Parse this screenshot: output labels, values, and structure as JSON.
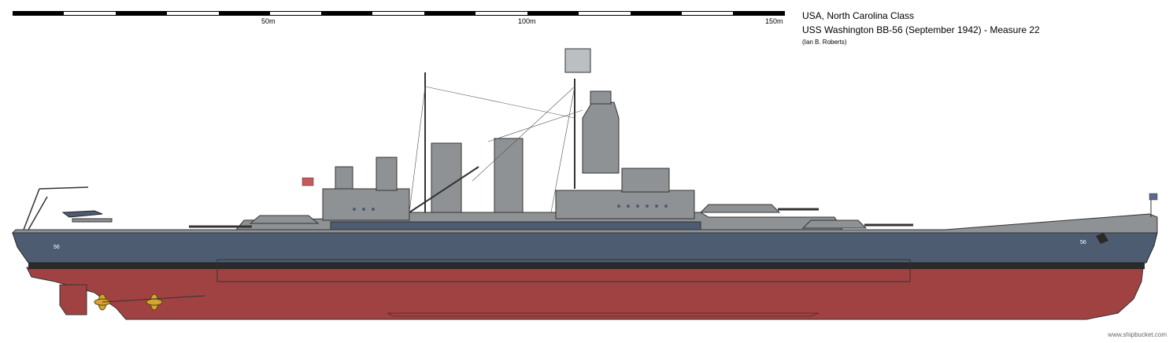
{
  "scale": {
    "labels": [
      "50m",
      "100m",
      "150m"
    ]
  },
  "title": {
    "line1": "USA, North Carolina Class",
    "line2": "USS Washington BB-56 (September 1942) - Measure 22",
    "author": "(Ian B. Roberts)"
  },
  "hull_number": "56",
  "credit": "www.shipbucket.com",
  "colors": {
    "upper": "#8f9294",
    "lower_hull": "#4e5c72",
    "boot_top": "#2a2a2a",
    "bottom": "#a04242",
    "propeller": "#d6a430"
  }
}
